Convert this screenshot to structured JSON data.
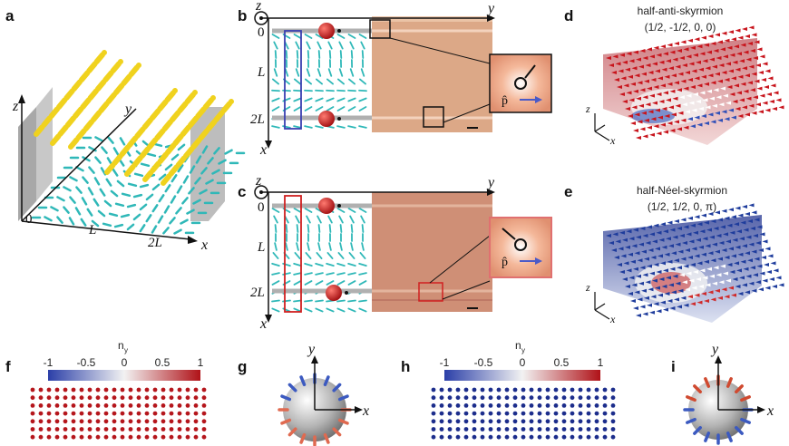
{
  "panels": {
    "a": {
      "letter": "a",
      "z": "z",
      "y": "y",
      "x": "x",
      "t0": "0",
      "tL": "L",
      "t2L": "2L"
    },
    "b": {
      "letter": "b",
      "z": "z",
      "y": "y",
      "x": "x",
      "t0": "0",
      "tL": "L",
      "t2L": "2L",
      "phat": "p̂"
    },
    "c": {
      "letter": "c",
      "z": "z",
      "y": "y",
      "x": "x",
      "t0": "0",
      "tL": "L",
      "t2L": "2L",
      "phat": "p̂"
    },
    "d": {
      "letter": "d",
      "title": "half-anti-skyrmion",
      "subtitle": "(1/2, -1/2, 0, 0)",
      "z": "z",
      "x": "x"
    },
    "e": {
      "letter": "e",
      "title": "half-Néel-skyrmion",
      "subtitle": "(1/2, 1/2, 0, π)",
      "z": "z",
      "x": "x"
    },
    "f": {
      "letter": "f",
      "cb_title": "n",
      "cb_sub": "y",
      "ticks": [
        "-1",
        "-0.5",
        "0",
        "0.5",
        "1"
      ],
      "dot_color": "#b5161c"
    },
    "g": {
      "letter": "g",
      "y": "y",
      "x": "x"
    },
    "h": {
      "letter": "h",
      "cb_title": "n",
      "cb_sub": "y",
      "ticks": [
        "-1",
        "-0.5",
        "0",
        "0.5",
        "1"
      ],
      "dot_color": "#1c2d8c"
    },
    "i": {
      "letter": "i",
      "y": "y",
      "x": "x"
    }
  },
  "colors": {
    "cyan": "#2fb8b8",
    "yellow": "#f0d21e",
    "red": "#c8141c",
    "blue": "#1e3c9c",
    "micro": "#dca887",
    "micro_c": "#cf8f76"
  }
}
